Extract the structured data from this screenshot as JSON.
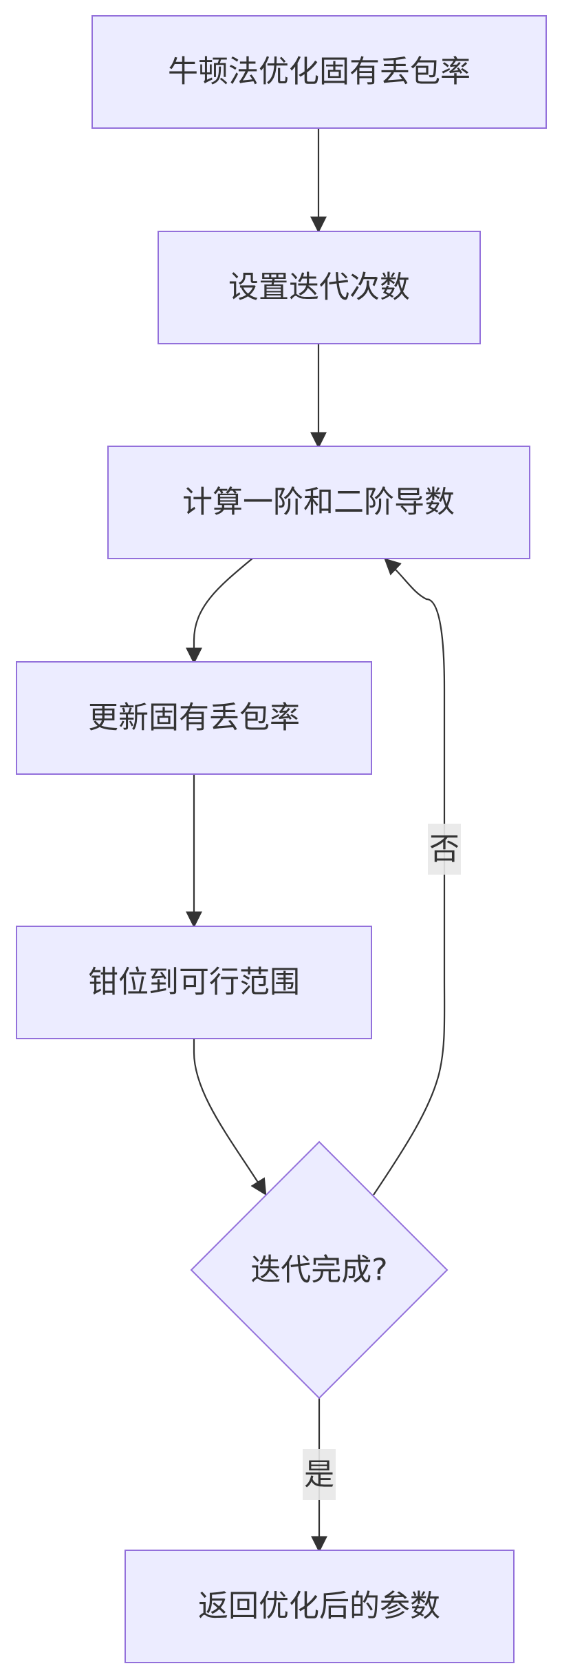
{
  "nodes": {
    "start": {
      "label": "牛顿法优化固有丢包率"
    },
    "set_iter": {
      "label": "设置迭代次数"
    },
    "calc_deriv": {
      "label": "计算一阶和二阶导数"
    },
    "update": {
      "label": "更新固有丢包率"
    },
    "clamp": {
      "label": "钳位到可行范围"
    },
    "decision": {
      "label": "迭代完成?"
    },
    "result": {
      "label": "返回优化后的参数"
    }
  },
  "edges": {
    "no_label": "否",
    "yes_label": "是"
  },
  "colors": {
    "node_fill": "#ECECFF",
    "node_stroke": "#9370DB",
    "edge": "#333333",
    "text": "#333333",
    "edge_label_bg": "#E8E8E8"
  }
}
